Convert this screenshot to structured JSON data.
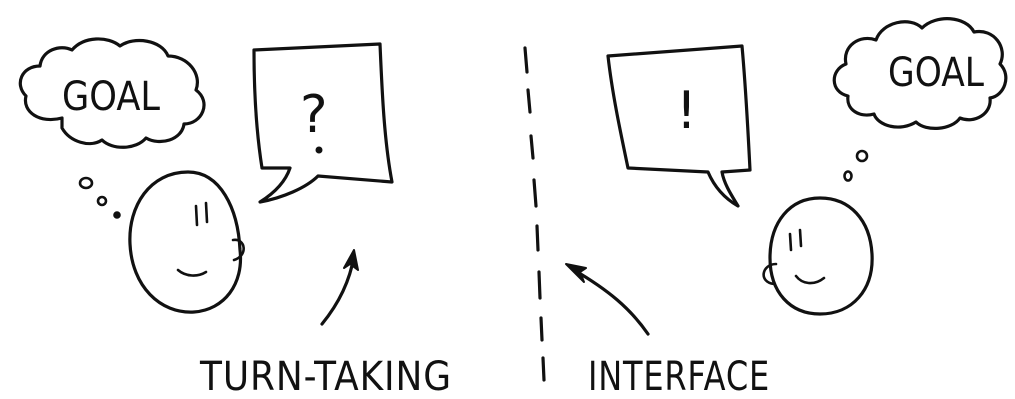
{
  "left_person": {
    "thought": "GOAL",
    "speech": "?"
  },
  "right_person": {
    "thought": "GOAL",
    "speech": "!"
  },
  "labels": {
    "left": "TURN-TAKING",
    "right": "INTERFACE"
  },
  "colors": {
    "ink": "#111111",
    "background": "#ffffff"
  }
}
